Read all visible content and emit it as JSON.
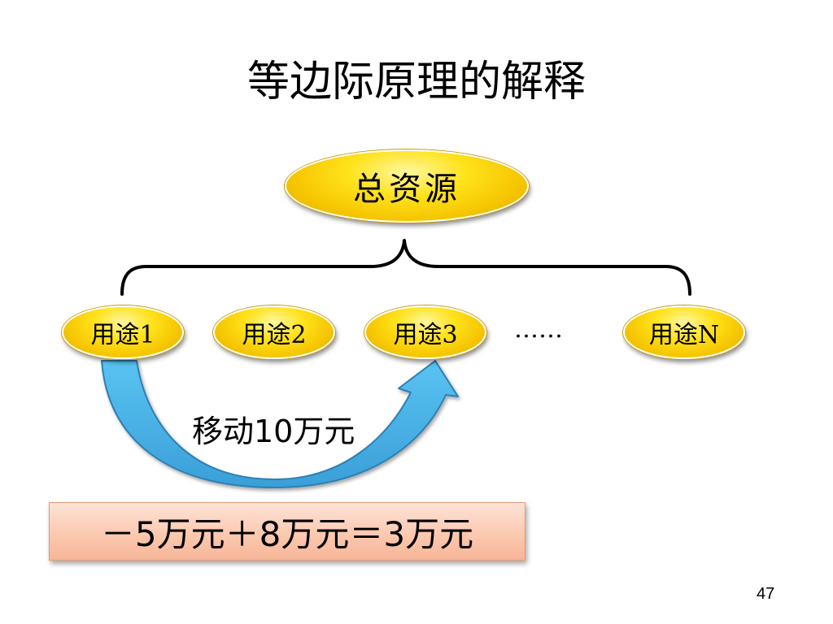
{
  "slide": {
    "title": "等边际原理的解释",
    "page_number": "47"
  },
  "diagram": {
    "root": {
      "label": "总资源"
    },
    "uses": [
      {
        "label": "用途1"
      },
      {
        "label": "用途2"
      },
      {
        "label": "用途3"
      },
      {
        "label": "用途N"
      }
    ],
    "ellipsis": "……",
    "move_label": "移动10万元",
    "result": "－5万元＋8万元＝3万元"
  },
  "colors": {
    "pill_yellow": "#ffe21a",
    "arrow_blue": "#4ab3e8",
    "result_fill": "#fbc7ad"
  }
}
